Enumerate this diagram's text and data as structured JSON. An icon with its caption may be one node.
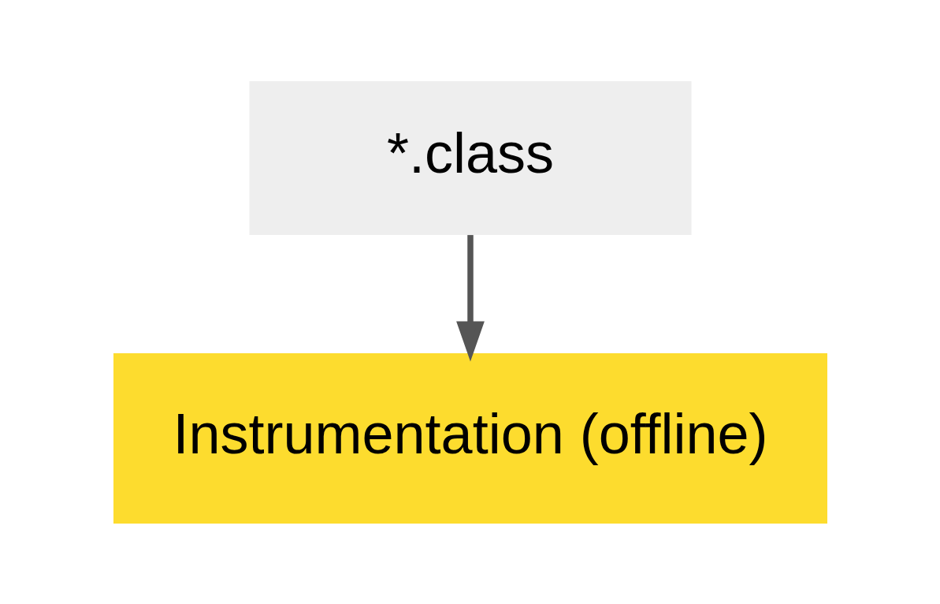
{
  "diagram": {
    "nodes": [
      {
        "text": [
          "*.class"
        ]
      },
      {
        "text": [
          "Instrumentation (offline)"
        ]
      }
    ],
    "edges": [
      {
        "from": 0,
        "to": 1,
        "arrow": "to"
      }
    ]
  }
}
